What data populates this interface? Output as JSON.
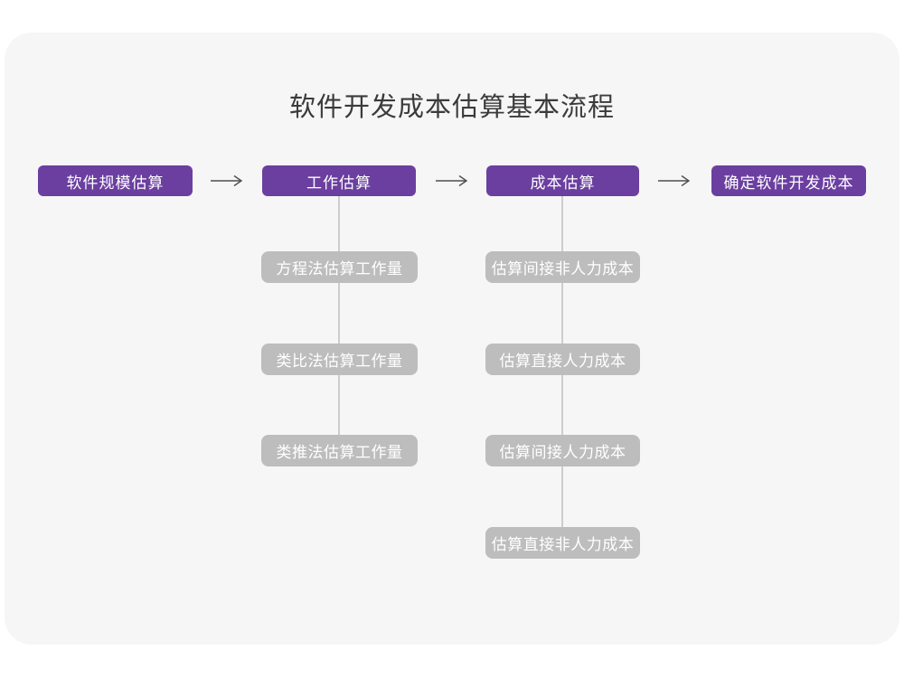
{
  "diagram": {
    "title": "软件开发成本估算基本流程",
    "steps": [
      {
        "label": "软件规模估算",
        "substeps": []
      },
      {
        "label": "工作估算",
        "substeps": [
          {
            "label": "方程法估算工作量"
          },
          {
            "label": "类比法估算工作量"
          },
          {
            "label": "类推法估算工作量"
          }
        ]
      },
      {
        "label": "成本估算",
        "substeps": [
          {
            "label": "估算间接非人力成本"
          },
          {
            "label": "估算直接人力成本"
          },
          {
            "label": "估算间接人力成本"
          },
          {
            "label": "估算直接非人力成本"
          }
        ]
      },
      {
        "label": "确定软件开发成本",
        "substeps": []
      }
    ],
    "colors": {
      "step_fill": "#6B3FA0",
      "substep_fill": "#BDBDBD",
      "connector": "#CDCDCD",
      "arrow": "#4F4F4F",
      "canvas_background": "#F6F6F7",
      "page_background": "#FFFFFF",
      "title_text": "#3B3B3B",
      "box_text": "#FFFFFF"
    }
  }
}
